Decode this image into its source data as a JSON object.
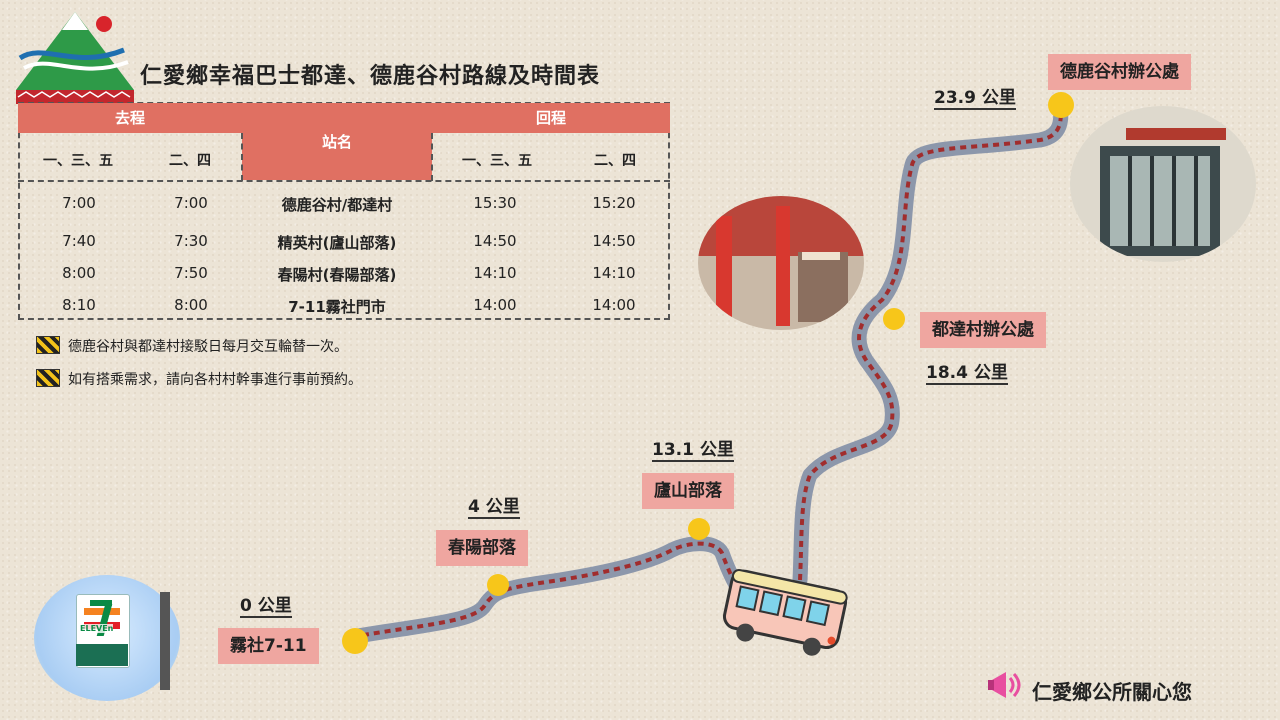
{
  "title": "仁愛鄉幸福巴士都達、德鹿谷村路線及時間表",
  "table": {
    "outbound_label": "去程",
    "return_label": "回程",
    "station_label": "站名",
    "days_a": "一、三、五",
    "days_b": "二、四",
    "rows": [
      {
        "out_a": "7:00",
        "out_b": "7:00",
        "station": "德鹿谷村/都達村",
        "ret_a": "15:30",
        "ret_b": "15:20"
      },
      {
        "out_a": "7:40",
        "out_b": "7:30",
        "station": "精英村(廬山部落)",
        "ret_a": "14:50",
        "ret_b": "14:50"
      },
      {
        "out_a": "8:00",
        "out_b": "7:50",
        "station": "春陽村(春陽部落)",
        "ret_a": "14:10",
        "ret_b": "14:10"
      },
      {
        "out_a": "8:10",
        "out_b": "8:00",
        "station": "7-11霧社門市",
        "ret_a": "14:00",
        "ret_b": "14:00"
      }
    ]
  },
  "notes": [
    "德鹿谷村與都達村接駁日每月交互輪替一次。",
    "如有搭乘需求，請向各村村幹事進行事前預約。"
  ],
  "stops": [
    {
      "distance": "0 公里",
      "name": "霧社7-11"
    },
    {
      "distance": "4 公里",
      "name": "春陽部落"
    },
    {
      "distance": "13.1 公里",
      "name": "廬山部落"
    },
    {
      "distance": "18.4 公里",
      "name": "都達村辦公處"
    },
    {
      "distance": "23.9 公里",
      "name": "德鹿谷村辦公處"
    }
  ],
  "store_sign_text": "ELEVEn",
  "footer": "仁愛鄉公所關心您",
  "colors": {
    "header": "#e07062",
    "stop_box": "#efa6a0",
    "route": "#8c97ab",
    "route_dash": "#a12d2d",
    "stop_dot": "#f7c61a"
  }
}
